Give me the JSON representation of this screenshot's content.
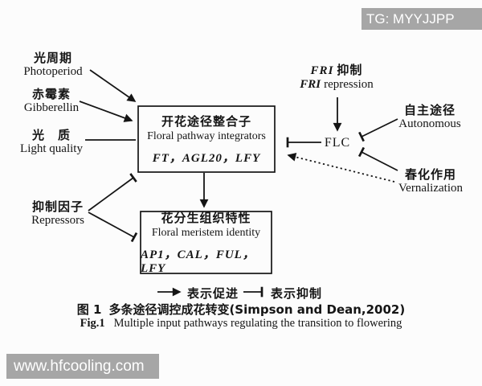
{
  "watermarks": {
    "top_right": "TG: MYYJJPP",
    "bottom_left": "www.hfcooling.com"
  },
  "inputs": {
    "photoperiod": {
      "zh": "光周期",
      "en": "Photoperiod"
    },
    "gibberellin": {
      "zh": "赤霉素",
      "en": "Gibberellin"
    },
    "light_quality": {
      "zh": "光　质",
      "en": "Light quality"
    },
    "repressors": {
      "zh": "抑制因子",
      "en": "Repressors"
    },
    "autonomous": {
      "zh": "自主途径",
      "en": "Autonomous"
    },
    "vernalization": {
      "zh": "春化作用",
      "en": "Vernalization"
    },
    "fri": {
      "zh_gene": "FRI",
      "zh_rest": "抑制",
      "en_gene": "FRI",
      "en_rest": "repression"
    }
  },
  "nodes": {
    "integrators": {
      "zh": "开花途径整合子",
      "en": "Floral pathway integrators",
      "genes": "FT，AGL20，LFY"
    },
    "meristem": {
      "zh": "花分生组织特性",
      "en": "Floral meristem identity",
      "genes": "AP1，CAL，FUL，LFY"
    },
    "flc": {
      "label": "FLC"
    }
  },
  "legend": {
    "promote": "表示促进",
    "inhibit": "表示抑制"
  },
  "caption": {
    "zh_prefix": "图 1",
    "zh_text": "多条途径调控成花转变(Simpson and Dean,2002)",
    "en_prefix": "Fig.1",
    "en_text": "Multiple input pathways regulating the transition to flowering"
  },
  "colors": {
    "line": "#151515",
    "background": "#fcfcfc",
    "watermark_bg": "#a6a6a6",
    "watermark_text": "#ffffff"
  }
}
